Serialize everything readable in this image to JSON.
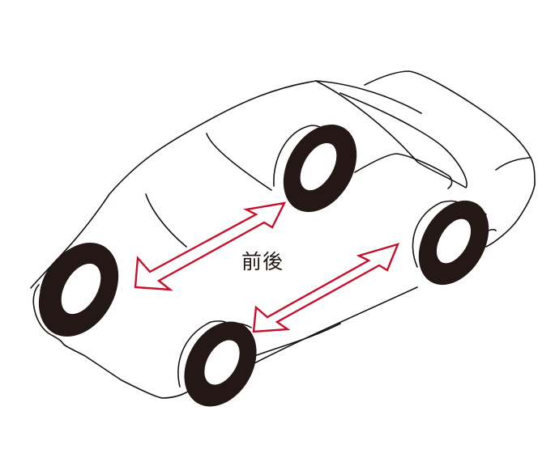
{
  "diagram": {
    "subject": "car-isometric-line-drawing",
    "label": "前後",
    "arrows": [
      {
        "name": "front-wheels-arrow",
        "direction": "bidirectional"
      },
      {
        "name": "rear-wheels-arrow",
        "direction": "bidirectional"
      }
    ],
    "colors": {
      "line": "#231815",
      "arrow": "#c8102e",
      "background": "#ffffff"
    }
  }
}
